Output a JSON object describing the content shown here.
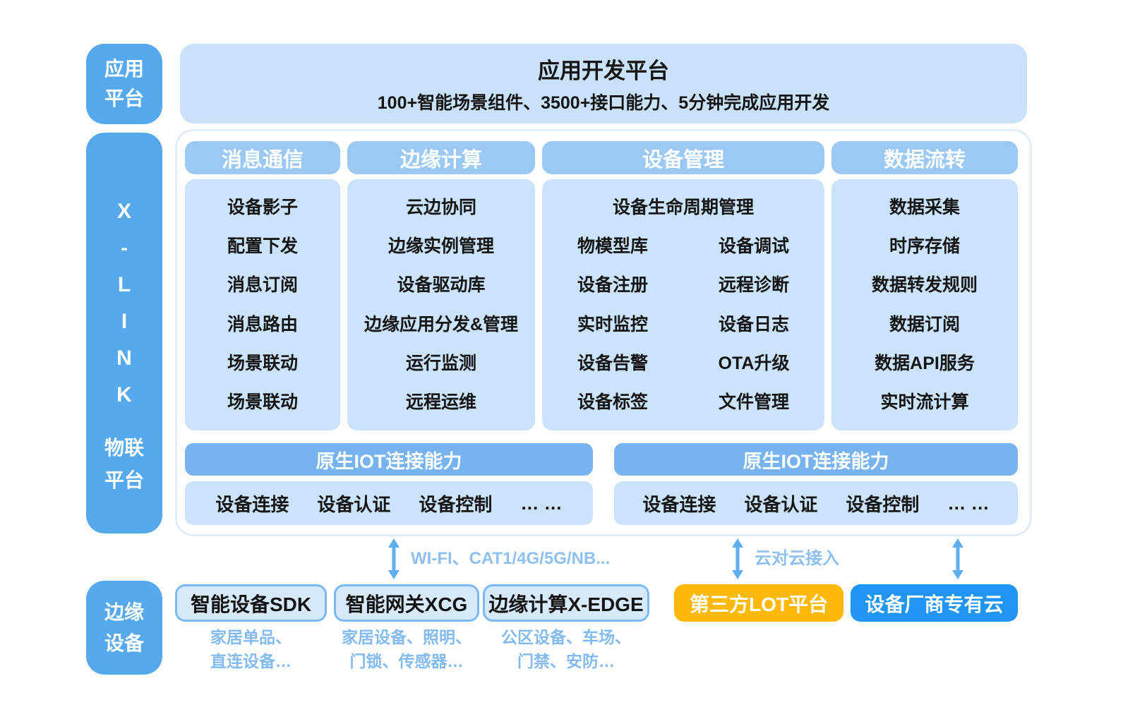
{
  "palette": {
    "rail_blue": "#57a9ee",
    "banner_blue": "#c9e2f9",
    "header_pill_blue": "#9cc9f4",
    "panel_blue": "#cbe4fb",
    "iot_bar_blue": "#77b4ef",
    "arrow_blue": "#5faef0",
    "caption_blue": "#84bbef",
    "orange_box": "#feb90b",
    "bright_blue_box": "#2095f3"
  },
  "left_rail": {
    "app": {
      "line1": "应用",
      "line2": "平台"
    },
    "xlink": {
      "letters": [
        "X",
        "-",
        "L",
        "I",
        "N",
        "K"
      ],
      "name1": "物联",
      "name2": "平台"
    },
    "edge": {
      "line1": "边缘",
      "line2": "设备"
    }
  },
  "app_banner": {
    "title": "应用开发平台",
    "subtitle": "100+智能场景组件、3500+接口能力、5分钟完成应用开发"
  },
  "platform": {
    "columns": [
      {
        "header": "消息通信",
        "items": [
          "设备影子",
          "配置下发",
          "消息订阅",
          "消息路由",
          "场景联动",
          "场景联动"
        ]
      },
      {
        "header": "边缘计算",
        "items": [
          "云边协同",
          "边缘实例管理",
          "设备驱动库",
          "边缘应用分发&管理",
          "运行监测",
          "远程运维"
        ]
      },
      {
        "header": "设备管理",
        "span_item": "设备生命周期管理",
        "rows": [
          [
            "物模型库",
            "设备调试"
          ],
          [
            "设备注册",
            "远程诊断"
          ],
          [
            "实时监控",
            "设备日志"
          ],
          [
            "设备告警",
            "OTA升级"
          ],
          [
            "设备标签",
            "文件管理"
          ]
        ]
      },
      {
        "header": "数据流转",
        "items": [
          "数据采集",
          "时序存储",
          "数据转发规则",
          "数据订阅",
          "数据API服务",
          "实时流计算"
        ]
      }
    ],
    "iot_bars": [
      {
        "header": "原生IOT连接能力",
        "items": [
          "设备连接",
          "设备认证",
          "设备控制",
          "… …"
        ]
      },
      {
        "header": "原生IOT连接能力",
        "items": [
          "设备连接",
          "设备认证",
          "设备控制",
          "… …"
        ]
      }
    ]
  },
  "connections": [
    {
      "label": "WI-FI、CAT1/4G/5G/NB..."
    },
    {
      "label": "云对云接入"
    },
    {
      "label": ""
    }
  ],
  "devices": [
    {
      "label": "智能设备SDK",
      "caption1": "家居单品、",
      "caption2": "直连设备…"
    },
    {
      "label": "智能网关XCG",
      "caption1": "家居设备、照明、",
      "caption2": "门锁、传感器…"
    },
    {
      "label": "边缘计算X-EDGE",
      "caption1": "公区设备、车场、",
      "caption2": "门禁、安防…"
    },
    {
      "label": "第三方LOT平台",
      "caption1": "",
      "caption2": ""
    },
    {
      "label": "设备厂商专有云",
      "caption1": "",
      "caption2": ""
    }
  ]
}
